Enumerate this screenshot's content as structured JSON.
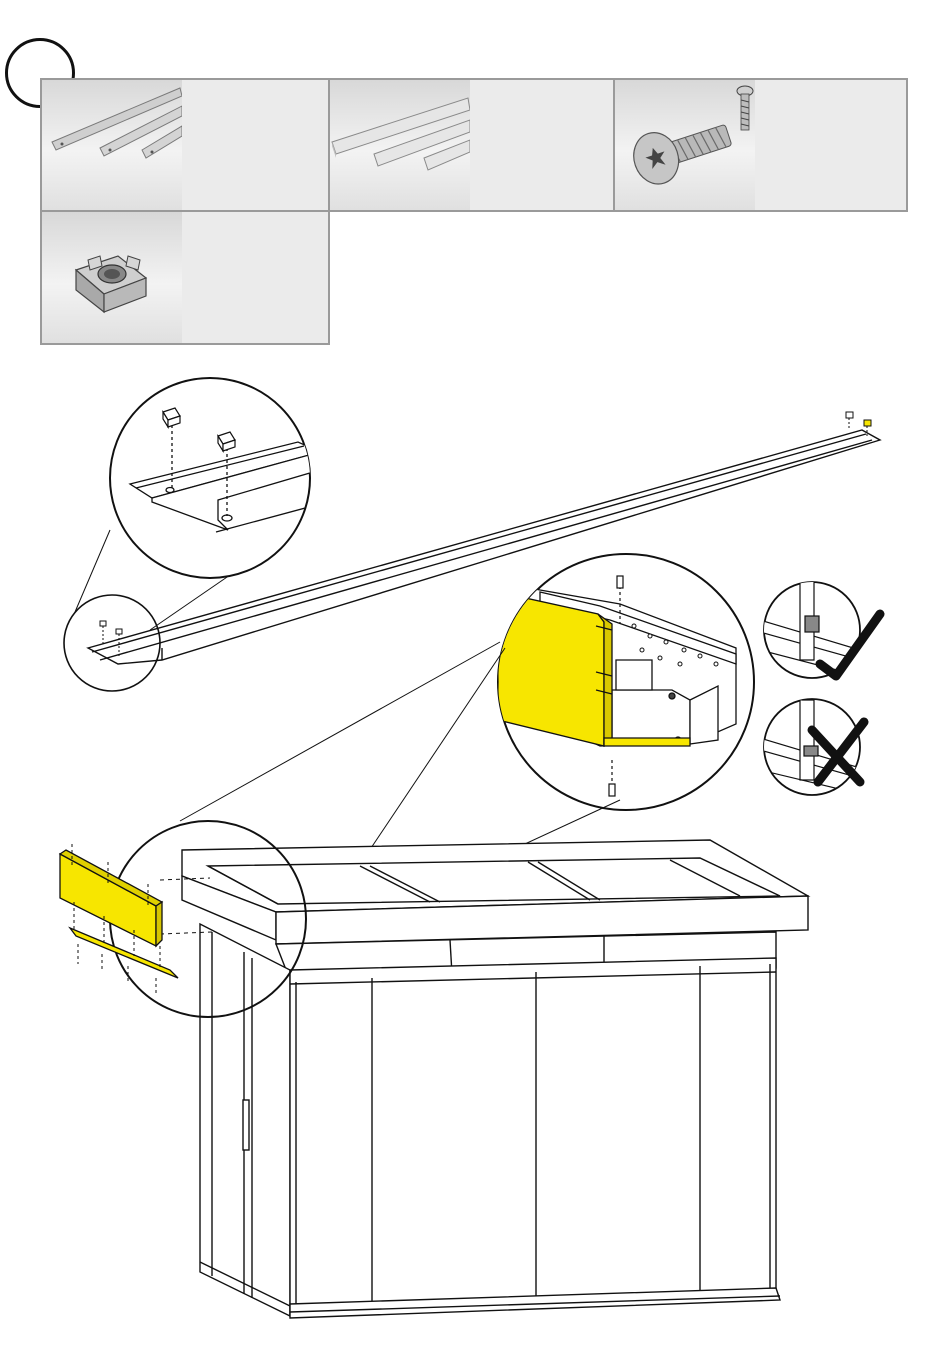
{
  "step": {
    "number": ""
  },
  "parts": [
    {
      "name": "flat-strips",
      "quantity": ""
    },
    {
      "name": "profile-rails",
      "quantity": ""
    },
    {
      "name": "torx-screw",
      "quantity": ""
    },
    {
      "name": "cage-nut",
      "quantity": ""
    }
  ],
  "colors": {
    "highlight": "#f7e600",
    "line": "#111111",
    "panel": "#ececec",
    "border": "#9a9a9a"
  },
  "icons": {
    "correct": "checkmark-icon",
    "wrong": "cross-icon"
  }
}
